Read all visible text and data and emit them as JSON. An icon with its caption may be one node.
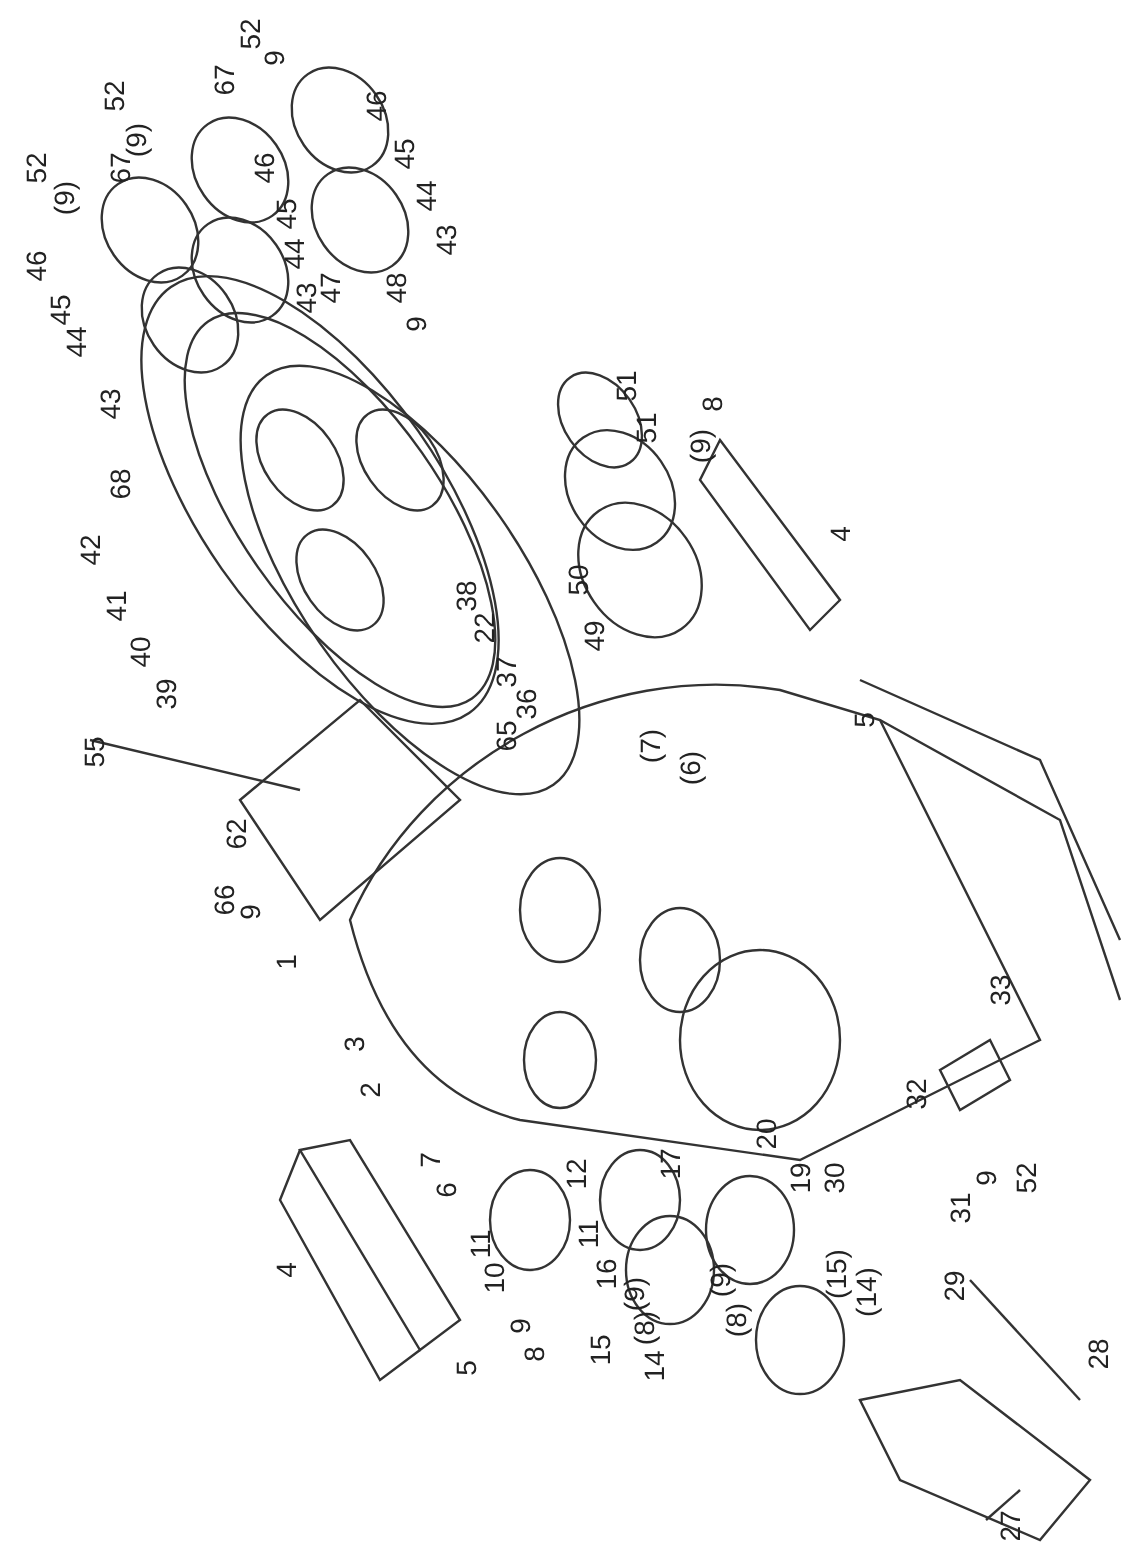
{
  "diagram": {
    "labels": [
      "52",
      "9",
      "67",
      "52",
      "46",
      "(9)",
      "45",
      "67",
      "52",
      "46",
      "(9)",
      "44",
      "45",
      "43",
      "44",
      "46",
      "47",
      "48",
      "43",
      "45",
      "9",
      "44",
      "51",
      "43",
      "8",
      "(9)",
      "51",
      "68",
      "4",
      "42",
      "50",
      "38",
      "41",
      "22",
      "49",
      "40",
      "37",
      "39",
      "36",
      "5",
      "65",
      "(7)",
      "55",
      "(6)",
      "62",
      "66",
      "9",
      "1",
      "33",
      "3",
      "2",
      "32",
      "20",
      "7",
      "17",
      "12",
      "19",
      "30",
      "9",
      "52",
      "31",
      "6",
      "11",
      "11",
      "4",
      "10",
      "16",
      "(15)",
      "(9)",
      "(9)",
      "(14)",
      "29",
      "9",
      "(8)",
      "(8)",
      "15",
      "8",
      "28",
      "14",
      "5",
      "27"
    ]
  }
}
